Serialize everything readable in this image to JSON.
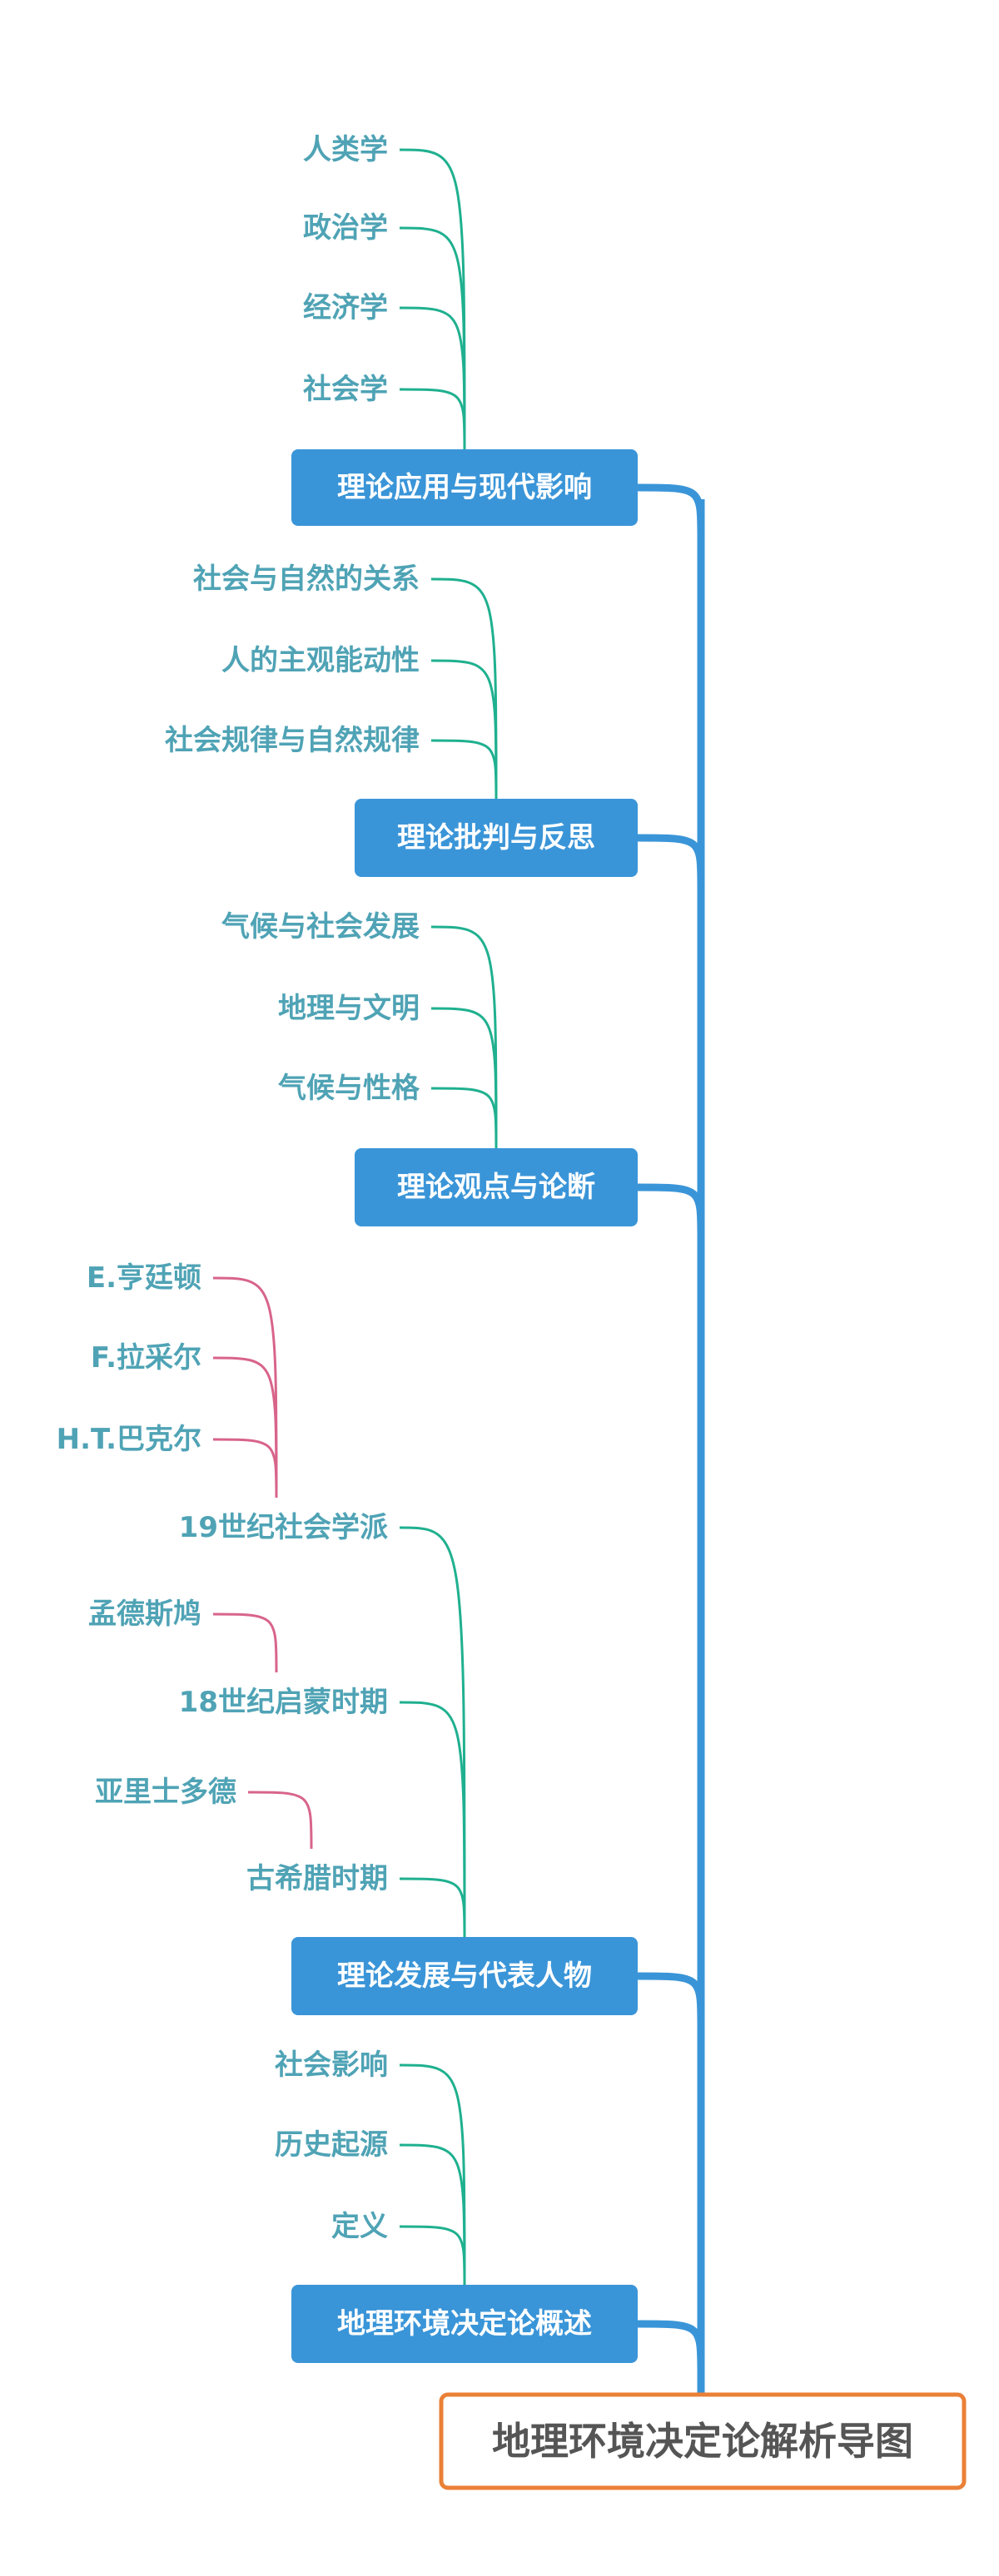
{
  "root": {
    "label": "地理环境决定论解析导图"
  },
  "colors": {
    "branch_box": "#3a95d8",
    "spine": "#3a95d8",
    "root_border": "#ea8037",
    "leaf_text": "#4fa3b5",
    "leaf_line": "#1fb08f",
    "sub_line": "#d8648a",
    "root_text": "#555555"
  },
  "branches": [
    {
      "label": "理论应用与现代影响",
      "children": [
        {
          "label": "人类学"
        },
        {
          "label": "政治学"
        },
        {
          "label": "经济学"
        },
        {
          "label": "社会学"
        }
      ]
    },
    {
      "label": "理论批判与反思",
      "children": [
        {
          "label": "社会与自然的关系"
        },
        {
          "label": "人的主观能动性"
        },
        {
          "label": "社会规律与自然规律"
        }
      ]
    },
    {
      "label": "理论观点与论断",
      "children": [
        {
          "label": "气候与社会发展"
        },
        {
          "label": "地理与文明"
        },
        {
          "label": "气候与性格"
        }
      ]
    },
    {
      "label": "理论发展与代表人物",
      "children": [
        {
          "label": "19世纪社会学派",
          "children": [
            {
              "label": "E.亨廷顿"
            },
            {
              "label": "F.拉采尔"
            },
            {
              "label": "H.T.巴克尔"
            }
          ]
        },
        {
          "label": "18世纪启蒙时期",
          "children": [
            {
              "label": "孟德斯鸠"
            }
          ]
        },
        {
          "label": "古希腊时期",
          "children": [
            {
              "label": "亚里士多德"
            }
          ]
        }
      ]
    },
    {
      "label": "地理环境决定论概述",
      "children": [
        {
          "label": "社会影响"
        },
        {
          "label": "历史起源"
        },
        {
          "label": "定义"
        }
      ]
    }
  ]
}
